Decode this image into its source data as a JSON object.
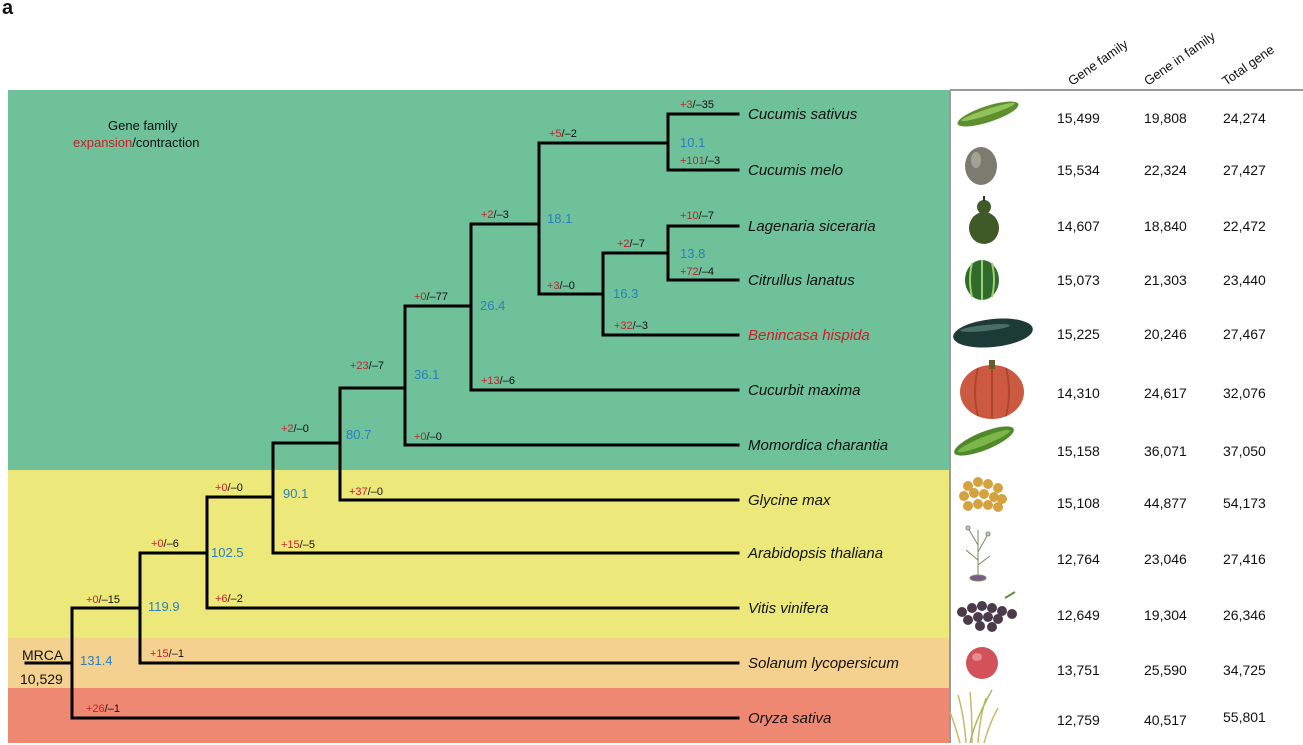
{
  "panel_label": "a",
  "columns": [
    "Gene family",
    "Gene in family",
    "Total gene"
  ],
  "legend": {
    "line1": "Gene family",
    "expansion": "expansion",
    "slash": "/",
    "contraction": "contraction"
  },
  "root": {
    "label": "MRCA",
    "value": "10,529"
  },
  "colors": {
    "green": "#6fc19a",
    "yellow": "#ece97a",
    "orange": "#f5d18f",
    "red": "#ef8872",
    "expansion": "#c8202a",
    "age": "#2a7fbf"
  },
  "species": [
    {
      "name": "Cucumis sativus",
      "gene_family": "15,499",
      "gene_in_family": "19,808",
      "total_gene": "24,274",
      "icon": "cucumber-icon"
    },
    {
      "name": "Cucumis melo",
      "gene_family": "15,534",
      "gene_in_family": "22,324",
      "total_gene": "27,427",
      "icon": "melon-icon"
    },
    {
      "name": "Lagenaria siceraria",
      "gene_family": "14,607",
      "gene_in_family": "18,840",
      "total_gene": "22,472",
      "icon": "gourd-icon"
    },
    {
      "name": "Citrullus lanatus",
      "gene_family": "15,073",
      "gene_in_family": "21,303",
      "total_gene": "23,440",
      "icon": "watermelon-icon"
    },
    {
      "name": "Benincasa hispida",
      "gene_family": "15,225",
      "gene_in_family": "20,246",
      "total_gene": "27,467",
      "icon": "wax-gourd-icon",
      "highlight": true
    },
    {
      "name": "Cucurbit maxima",
      "gene_family": "14,310",
      "gene_in_family": "24,617",
      "total_gene": "32,076",
      "icon": "pumpkin-icon"
    },
    {
      "name": "Momordica charantia",
      "gene_family": "15,158",
      "gene_in_family": "36,071",
      "total_gene": "37,050",
      "icon": "bitter-melon-icon"
    },
    {
      "name": "Glycine max",
      "gene_family": "15,108",
      "gene_in_family": "44,877",
      "total_gene": "54,173",
      "icon": "soybean-icon"
    },
    {
      "name": "Arabidopsis thaliana",
      "gene_family": "12,764",
      "gene_in_family": "23,046",
      "total_gene": "27,416",
      "icon": "arabidopsis-icon"
    },
    {
      "name": "Vitis vinifera",
      "gene_family": "12,649",
      "gene_in_family": "19,304",
      "total_gene": "26,346",
      "icon": "grape-icon"
    },
    {
      "name": "Solanum lycopersicum",
      "gene_family": "13,751",
      "gene_in_family": "25,590",
      "total_gene": "34,725",
      "icon": "tomato-icon"
    },
    {
      "name": "Oryza sativa",
      "gene_family": "12,759",
      "gene_in_family": "40,517",
      "total_gene": "55,801",
      "icon": "rice-icon"
    }
  ],
  "ages": [
    "10.1",
    "13.8",
    "16.3",
    "18.1",
    "26.4",
    "36.1",
    "80.7",
    "90.1",
    "102.5",
    "119.9",
    "131.4"
  ],
  "branch_changes": [
    {
      "exp": "+3",
      "con": "–35"
    },
    {
      "exp": "+101",
      "con": "–3"
    },
    {
      "exp": "+5",
      "con": "–2"
    },
    {
      "exp": "+10",
      "con": "–7"
    },
    {
      "exp": "+72",
      "con": "–4"
    },
    {
      "exp": "+2",
      "con": "–7"
    },
    {
      "exp": "+32",
      "con": "–3"
    },
    {
      "exp": "+3",
      "con": "–0"
    },
    {
      "exp": "+2",
      "con": "–3"
    },
    {
      "exp": "+13",
      "con": "–6"
    },
    {
      "exp": "+0",
      "con": "–77"
    },
    {
      "exp": "+0",
      "con": "–0"
    },
    {
      "exp": "+23",
      "con": "–7"
    },
    {
      "exp": "+37",
      "con": "–0"
    },
    {
      "exp": "+2",
      "con": "–0"
    },
    {
      "exp": "+15",
      "con": "–5"
    },
    {
      "exp": "+0",
      "con": "–0"
    },
    {
      "exp": "+6",
      "con": "–2"
    },
    {
      "exp": "+0",
      "con": "–6"
    },
    {
      "exp": "+15",
      "con": "–1"
    },
    {
      "exp": "+0",
      "con": "–15"
    },
    {
      "exp": "+26",
      "con": "–1"
    }
  ]
}
